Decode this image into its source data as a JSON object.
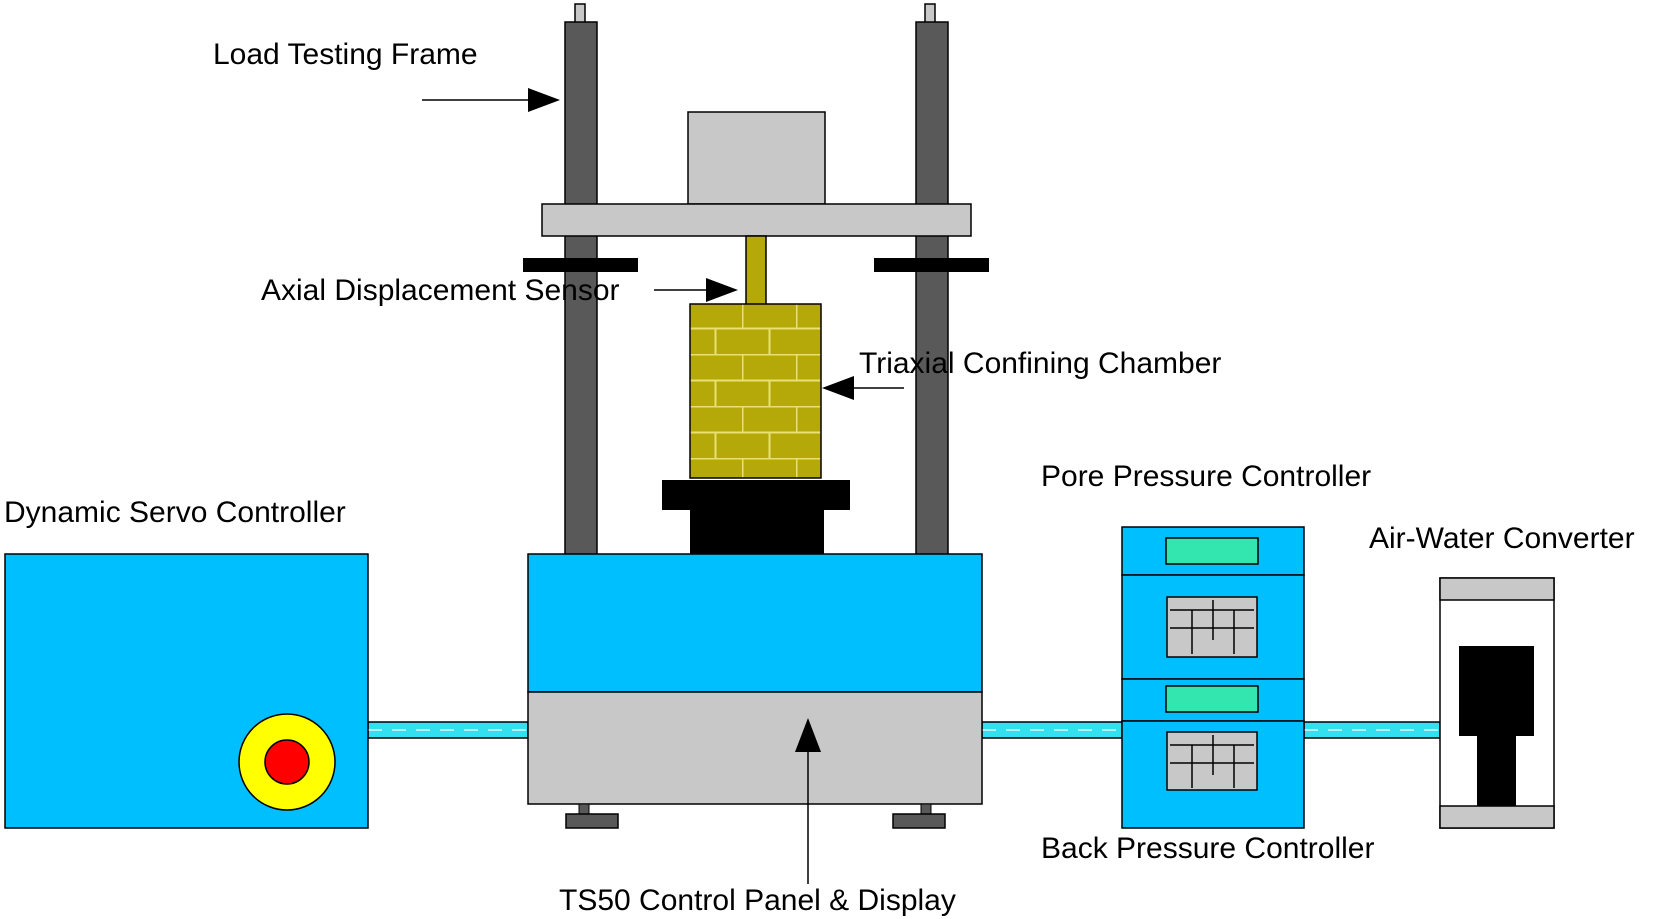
{
  "labels": {
    "load_frame": "Load Testing Frame",
    "axial_sensor": "Axial Displacement Sensor",
    "triaxial_chamber": "Triaxial Confining Chamber",
    "pore_pressure": "Pore Pressure Controller",
    "servo_controller": "Dynamic Servo Controller",
    "air_water": "Air-Water Converter",
    "back_pressure": "Back Pressure Controller",
    "control_panel": "TS50 Control Panel & Display"
  },
  "colors": {
    "blue": "#00bfff",
    "gray": "#c8c8c8",
    "dark_gray": "#595959",
    "black": "#000000",
    "olive": "#b5a90a",
    "mint": "#33e6b0",
    "cyan_pipe": "#33e0f0",
    "yellow": "#ffff00",
    "red": "#ff0000",
    "white": "#ffffff"
  }
}
